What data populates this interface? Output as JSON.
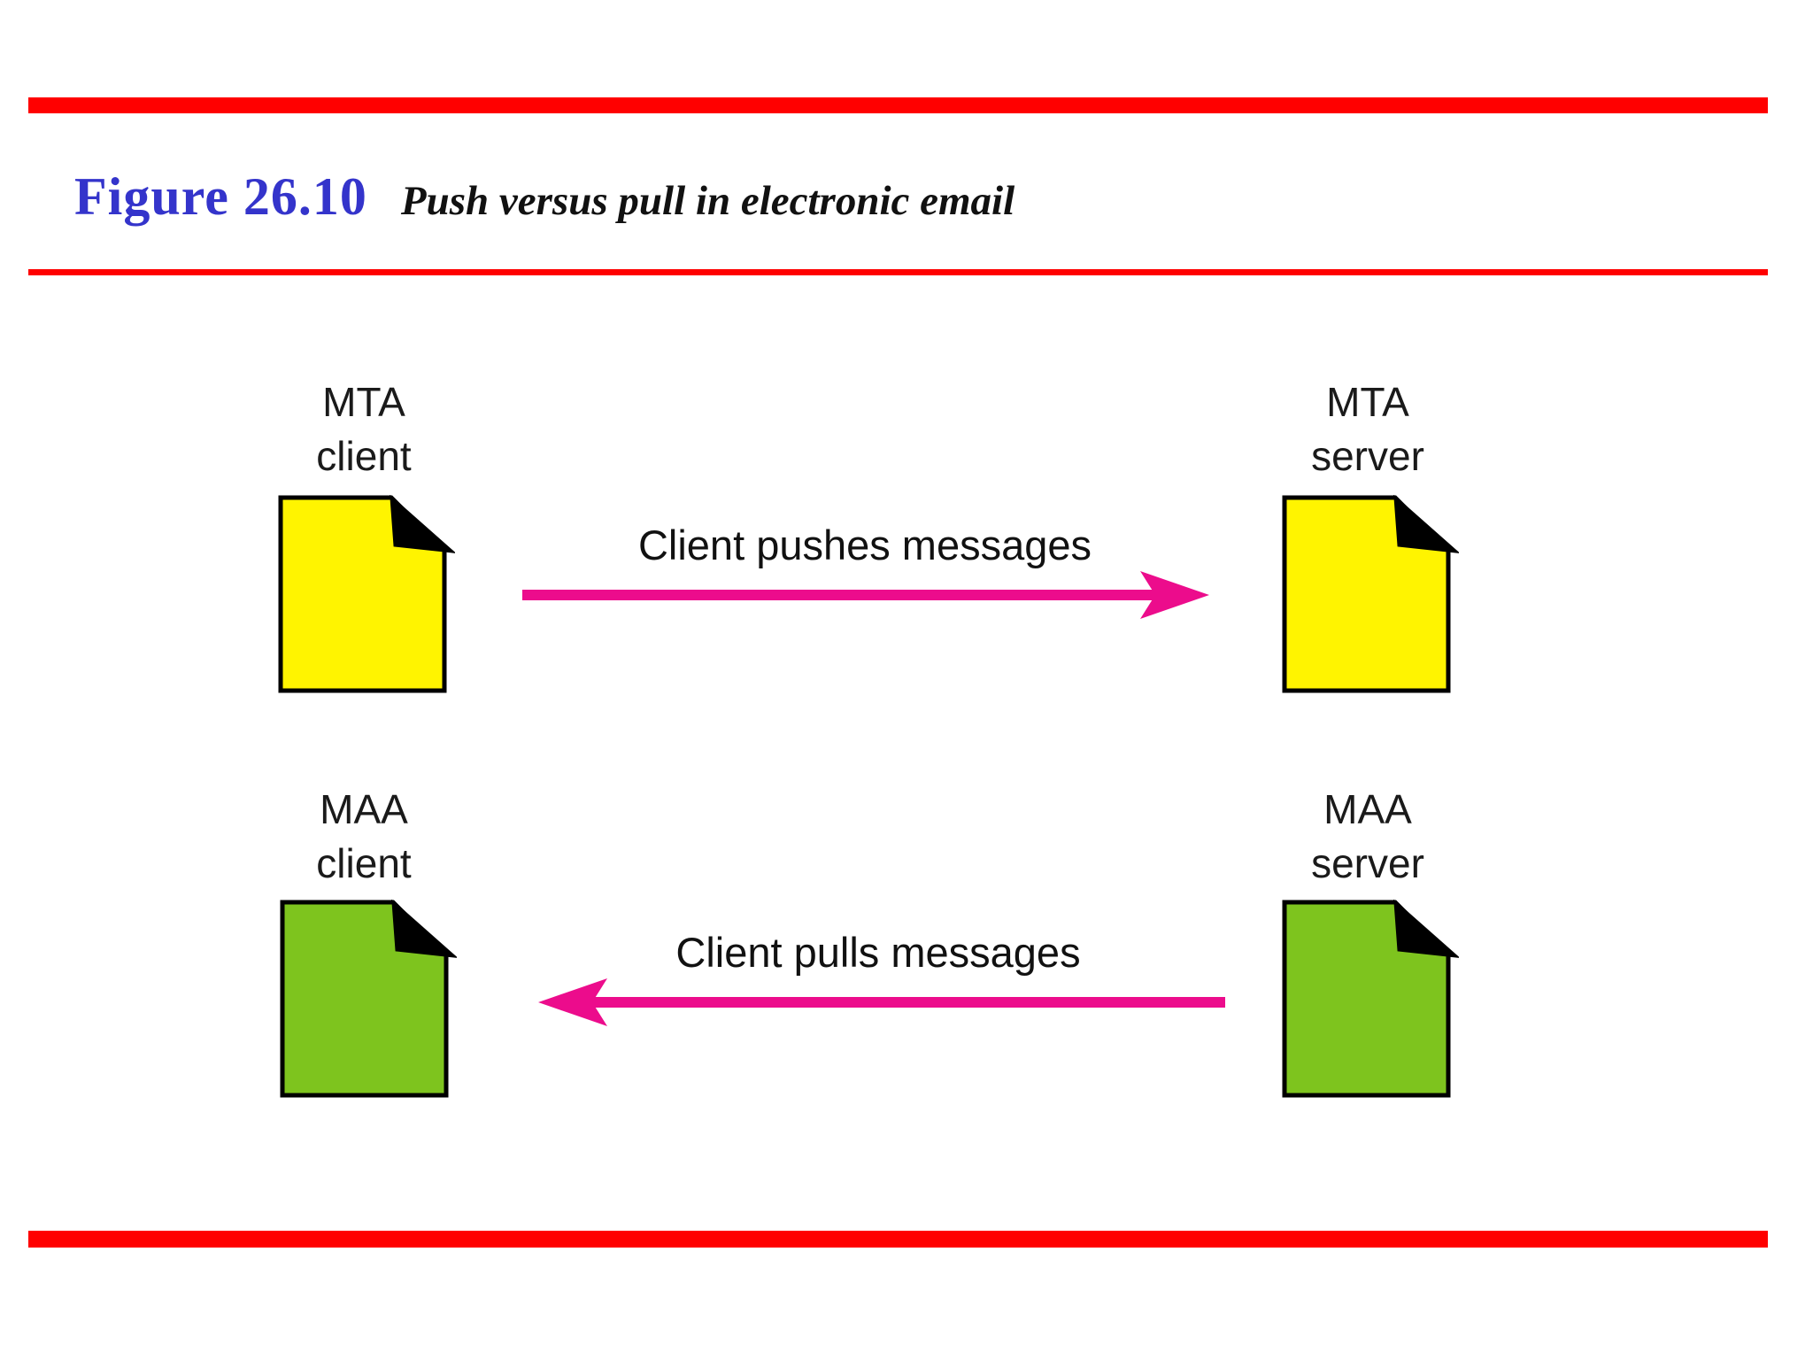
{
  "title": {
    "figure_label": "Figure 26.10",
    "caption": "Push versus pull in electronic email"
  },
  "diagram": {
    "nodes": [
      {
        "id": "mta-client",
        "line1": "MTA",
        "line2": "client",
        "icon": "document-icon",
        "color": "#fff400"
      },
      {
        "id": "mta-server",
        "line1": "MTA",
        "line2": "server",
        "icon": "document-icon",
        "color": "#fff400"
      },
      {
        "id": "maa-client",
        "line1": "MAA",
        "line2": "client",
        "icon": "document-icon",
        "color": "#7ec41e"
      },
      {
        "id": "maa-server",
        "line1": "MAA",
        "line2": "server",
        "icon": "document-icon",
        "color": "#7ec41e"
      }
    ],
    "arrows": [
      {
        "id": "push",
        "label": "Client pushes messages",
        "direction": "right",
        "from": "mta-client",
        "to": "mta-server"
      },
      {
        "id": "pull",
        "label": "Client pulls messages",
        "direction": "left",
        "from": "maa-server",
        "to": "maa-client"
      }
    ]
  },
  "colors": {
    "rule_red": "#ff0000",
    "title_blue": "#3434cb",
    "doc_yellow": "#fff400",
    "doc_green": "#7ec41e",
    "arrow_pink": "#ec0c8c",
    "outline_black": "#000000"
  }
}
